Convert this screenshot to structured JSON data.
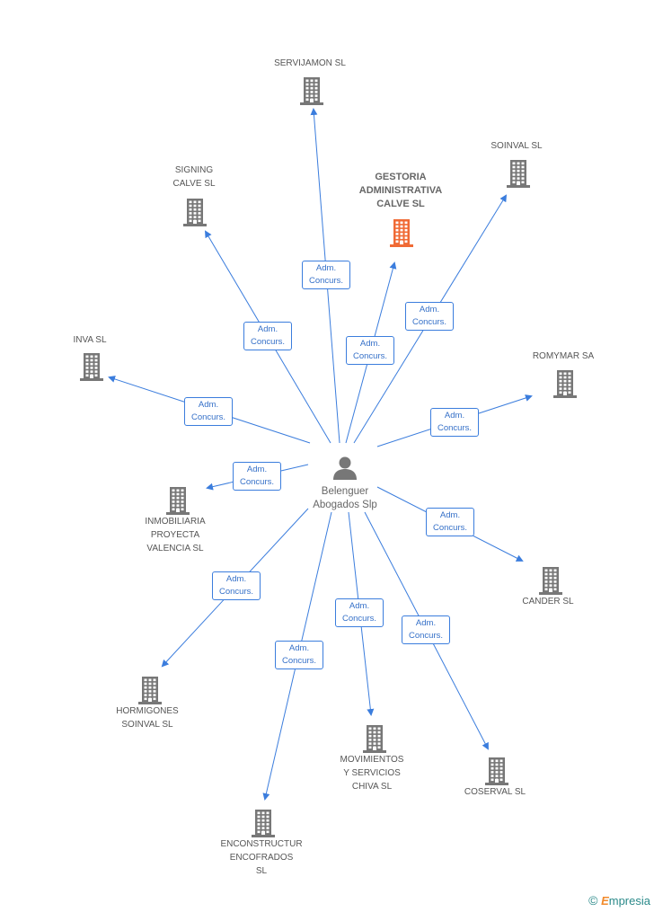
{
  "center": {
    "name_line1": "Belenguer",
    "name_line2": "Abogados Slp",
    "icon": "person-icon"
  },
  "companies": [
    {
      "id": "servijamon",
      "lines": [
        "SERVIJAMON SL"
      ],
      "icon": "building-icon"
    },
    {
      "id": "signing",
      "lines": [
        "SIGNING",
        "CALVE SL"
      ],
      "icon": "building-icon"
    },
    {
      "id": "gestoria",
      "lines": [
        "GESTORIA",
        "ADMINISTRATIVA",
        "CALVE SL"
      ],
      "icon": "building-icon",
      "highlight": true
    },
    {
      "id": "soinval",
      "lines": [
        "SOINVAL SL"
      ],
      "icon": "building-icon"
    },
    {
      "id": "inva",
      "lines": [
        "INVA SL"
      ],
      "icon": "building-icon"
    },
    {
      "id": "romymar",
      "lines": [
        "ROMYMAR SA"
      ],
      "icon": "building-icon"
    },
    {
      "id": "inmobiliaria",
      "lines": [
        "INMOBILIARIA",
        "PROYECTA",
        "VALENCIA SL"
      ],
      "icon": "building-icon"
    },
    {
      "id": "cander",
      "lines": [
        "CANDER SL"
      ],
      "icon": "building-icon"
    },
    {
      "id": "hormigones",
      "lines": [
        "HORMIGONES",
        "SOINVAL SL"
      ],
      "icon": "building-icon"
    },
    {
      "id": "movimientos",
      "lines": [
        "MOVIMIENTOS",
        "Y SERVICIOS",
        "CHIVA SL"
      ],
      "icon": "building-icon"
    },
    {
      "id": "coserval",
      "lines": [
        "COSERVAL SL"
      ],
      "icon": "building-icon"
    },
    {
      "id": "enconstructur",
      "lines": [
        "ENCONSTRUCTUR",
        "ENCOFRADOS",
        "SL"
      ],
      "icon": "building-icon"
    }
  ],
  "edge_label": {
    "line1": "Adm.",
    "line2": "Concurs."
  },
  "colors": {
    "edge": "#3b7ddd",
    "building": "#777777",
    "highlight": "#f06a35",
    "text": "#555555"
  },
  "footer": {
    "copyright": "©",
    "brand_first": "E",
    "brand_rest": "mpresia"
  }
}
